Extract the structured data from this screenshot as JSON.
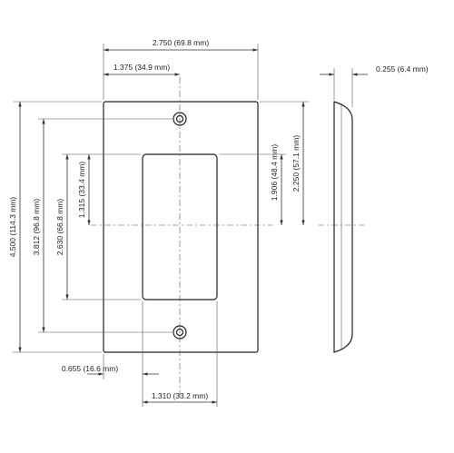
{
  "dimensions": {
    "overall_width": "2.750  (69.8  mm)",
    "hole_offset_x": "1.375  (34.9  mm)",
    "thickness": "0.255  (6.4  mm)",
    "overall_height": "4.500  (114.3  mm)",
    "hole_spacing": "3.812  (96.8  mm)",
    "opening_height": "2.630  (66.8  mm)",
    "opening_half_height": "1.315  (33.4  mm)",
    "opening_center_y": "1.906  (48.4  mm)",
    "plate_center_y": "2.250  (57.1  mm)",
    "opening_left_offset": "0.655  (16.6  mm)",
    "opening_width": "1.310  (33.2  mm)"
  }
}
